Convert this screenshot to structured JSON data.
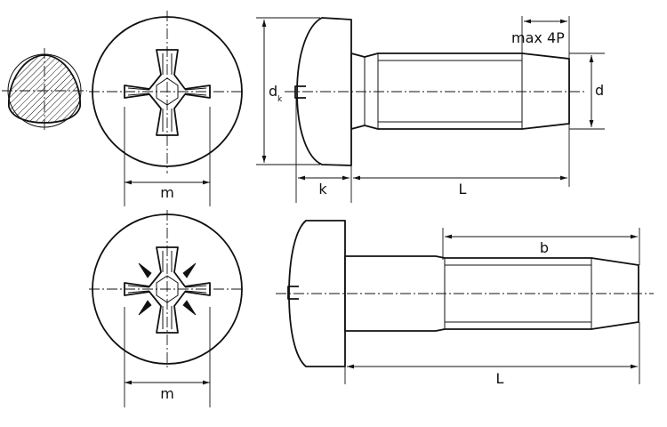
{
  "labels": {
    "m_top": "m",
    "m_bottom": "m",
    "dk": "d",
    "dk_sub": "k",
    "d": "d",
    "k": "k",
    "L_top": "L",
    "L_bottom": "L",
    "b": "b",
    "thread_end": "max 4P"
  }
}
